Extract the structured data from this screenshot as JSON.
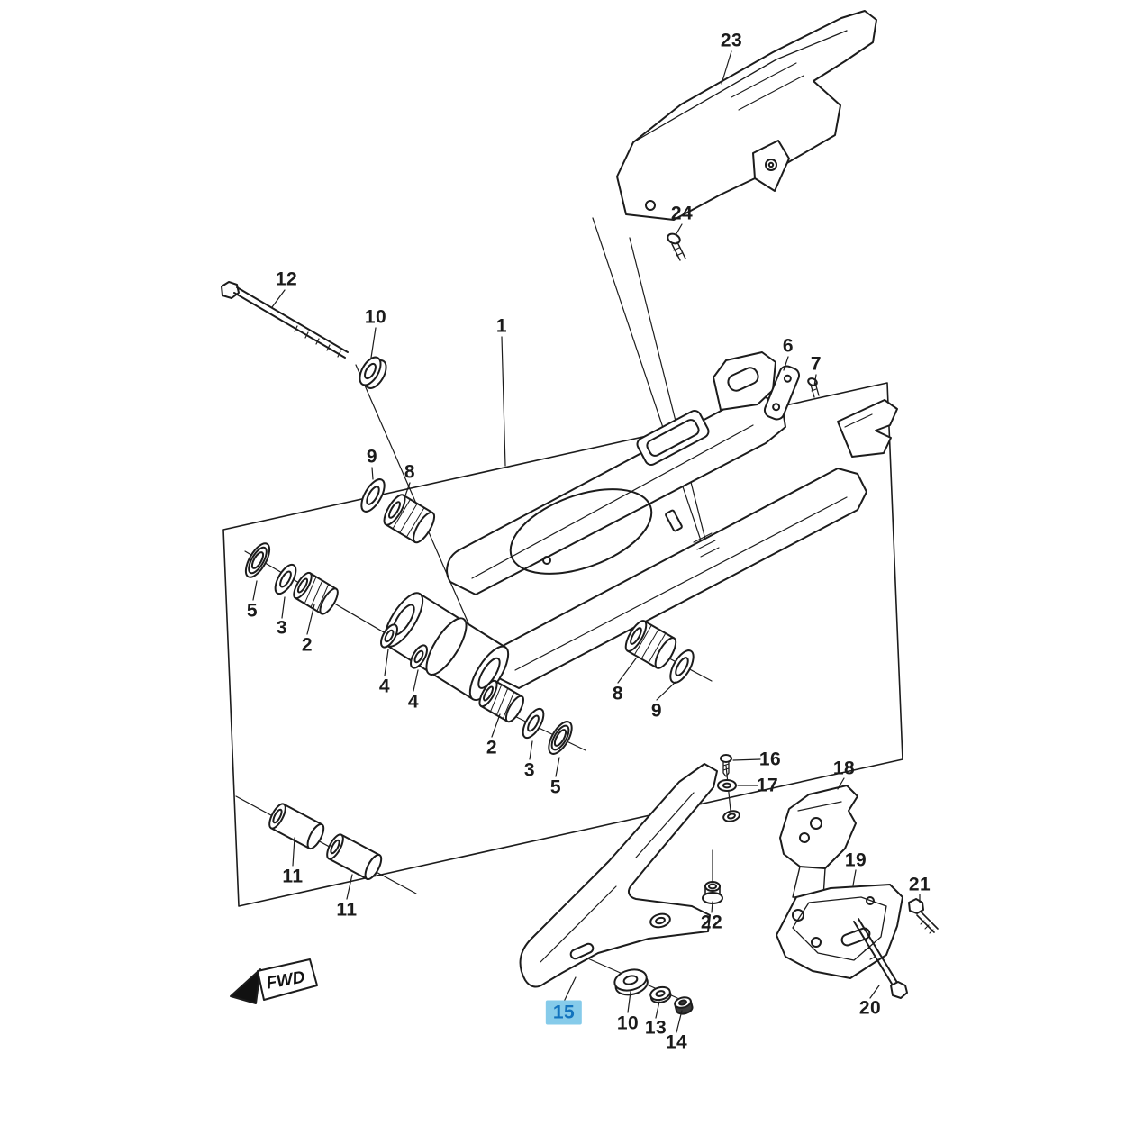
{
  "page": {
    "background": "#ffffff",
    "line_color": "#1c1c1c"
  },
  "highlight": {
    "background": "#86cbea",
    "text_color": "#1273be",
    "highlighted_callout": "15"
  },
  "fwd": {
    "text": "FWD"
  },
  "callouts": {
    "c23": {
      "text": "23"
    },
    "c24": {
      "text": "24"
    },
    "c12": {
      "text": "12"
    },
    "c10a": {
      "text": "10"
    },
    "c1": {
      "text": "1"
    },
    "c6": {
      "text": "6"
    },
    "c7": {
      "text": "7"
    },
    "c9a": {
      "text": "9"
    },
    "c8a": {
      "text": "8"
    },
    "c5a": {
      "text": "5"
    },
    "c3a": {
      "text": "3"
    },
    "c2a": {
      "text": "2"
    },
    "c4a": {
      "text": "4"
    },
    "c4b": {
      "text": "4"
    },
    "c8b": {
      "text": "8"
    },
    "c9b": {
      "text": "9"
    },
    "c2b": {
      "text": "2"
    },
    "c3b": {
      "text": "3"
    },
    "c5b": {
      "text": "5"
    },
    "c16": {
      "text": "16"
    },
    "c17": {
      "text": "17"
    },
    "c18": {
      "text": "18"
    },
    "c11a": {
      "text": "11"
    },
    "c11b": {
      "text": "11"
    },
    "c19": {
      "text": "19"
    },
    "c21": {
      "text": "21"
    },
    "c22": {
      "text": "22"
    },
    "c15": {
      "text": "15",
      "highlighted": true
    },
    "c10b": {
      "text": "10"
    },
    "c13": {
      "text": "13"
    },
    "c14": {
      "text": "14"
    },
    "c20": {
      "text": "20"
    }
  }
}
